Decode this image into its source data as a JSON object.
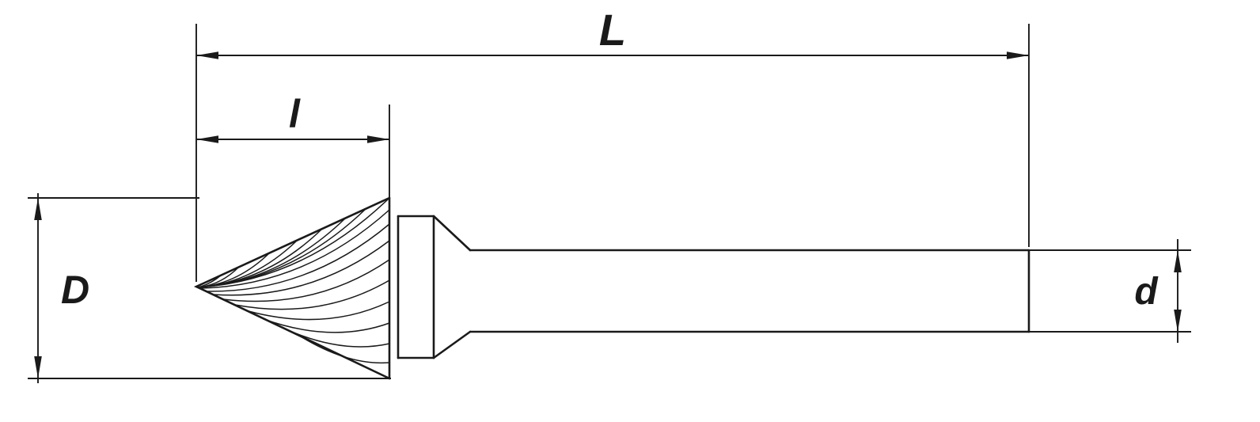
{
  "diagram": {
    "background": "#ffffff",
    "line_color": "#1a1a1a",
    "labels": {
      "overall_length": "L",
      "head_length": "l",
      "head_diameter": "D",
      "shank_diameter": "d"
    }
  }
}
